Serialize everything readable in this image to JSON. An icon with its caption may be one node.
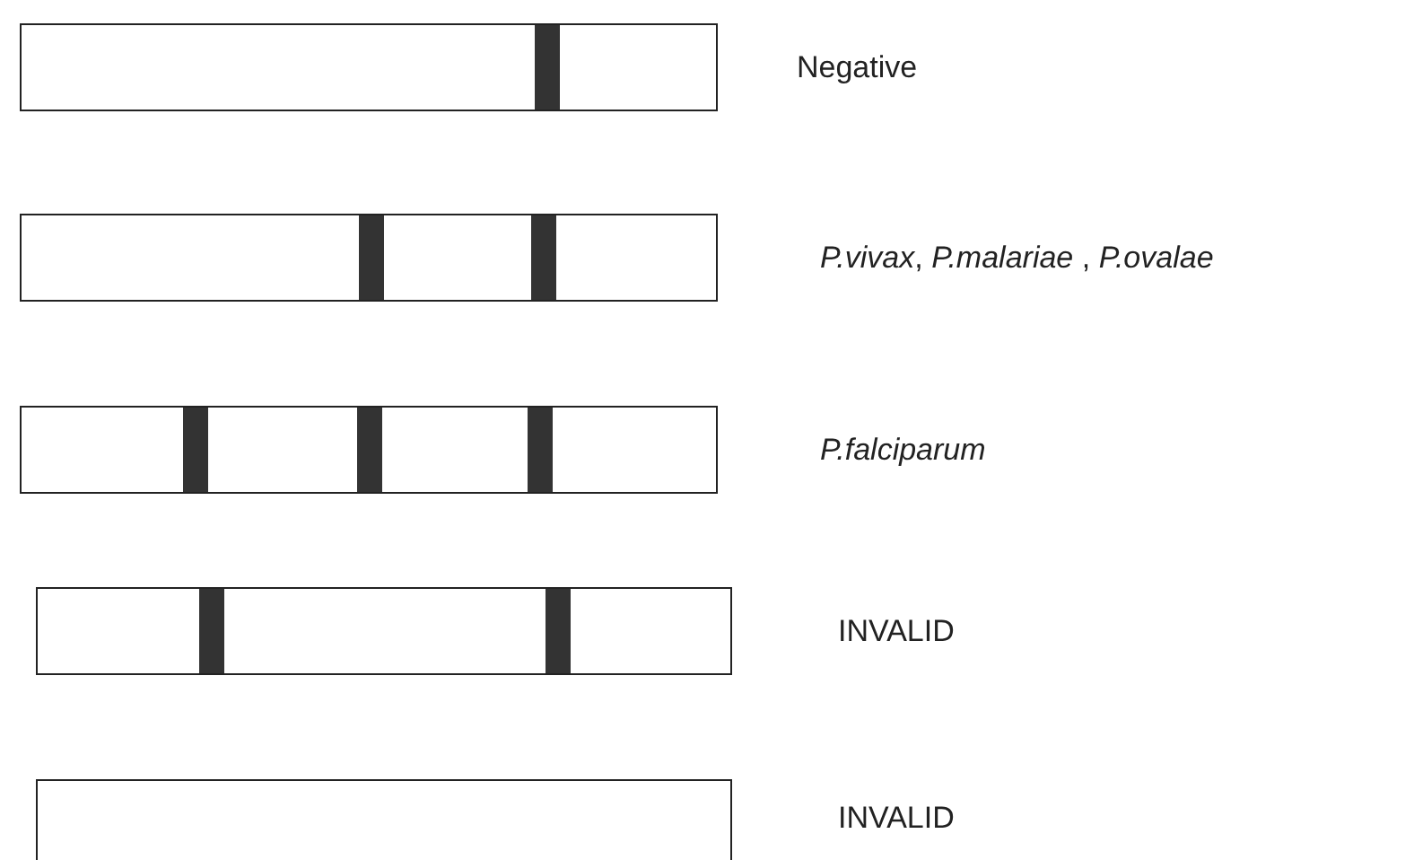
{
  "diagram": {
    "nodes": [
      {
        "text": [],
        "shape": "box",
        "beside": [
          "Negative"
        ]
      },
      {
        "text": [],
        "shape": "box",
        "beside": [
          "*P.vivax*, *P.malariae* , *P.ovalae*"
        ]
      },
      {
        "text": [],
        "shape": "box",
        "beside": [
          "P.falciparum"
        ]
      },
      {
        "text": [],
        "shape": "box",
        "beside": [
          "INVALID"
        ]
      },
      {
        "text": [],
        "shape": "box",
        "beside": [
          "INVALID"
        ]
      }
    ]
  }
}
